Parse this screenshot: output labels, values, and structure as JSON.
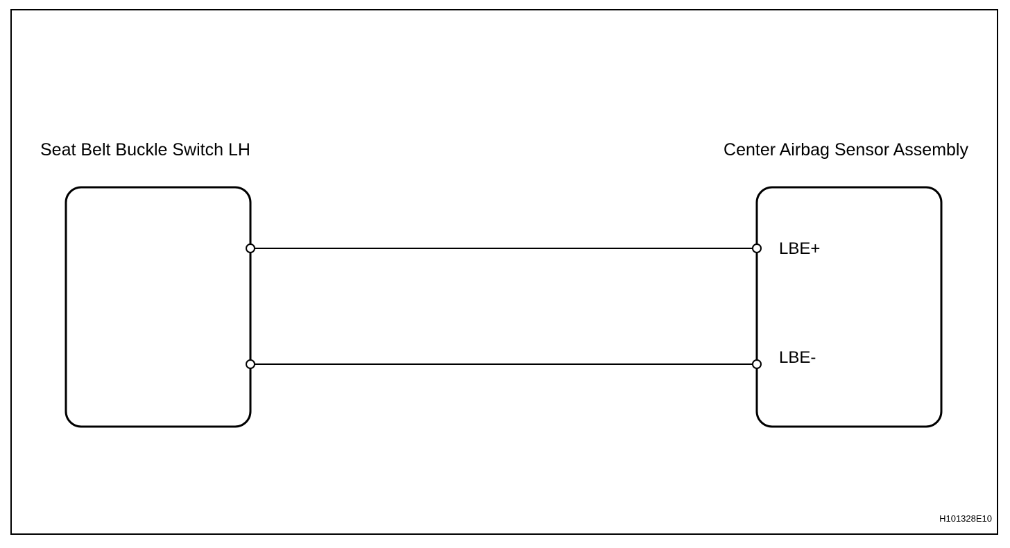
{
  "diagram": {
    "left_component": {
      "label": "Seat Belt Buckle Switch LH"
    },
    "right_component": {
      "label": "Center Airbag Sensor Assembly",
      "terminals": [
        {
          "label": "LBE+"
        },
        {
          "label": "LBE-"
        }
      ]
    },
    "figure_code": "H101328E10"
  },
  "colors": {
    "line": "#000000",
    "background": "#ffffff"
  }
}
